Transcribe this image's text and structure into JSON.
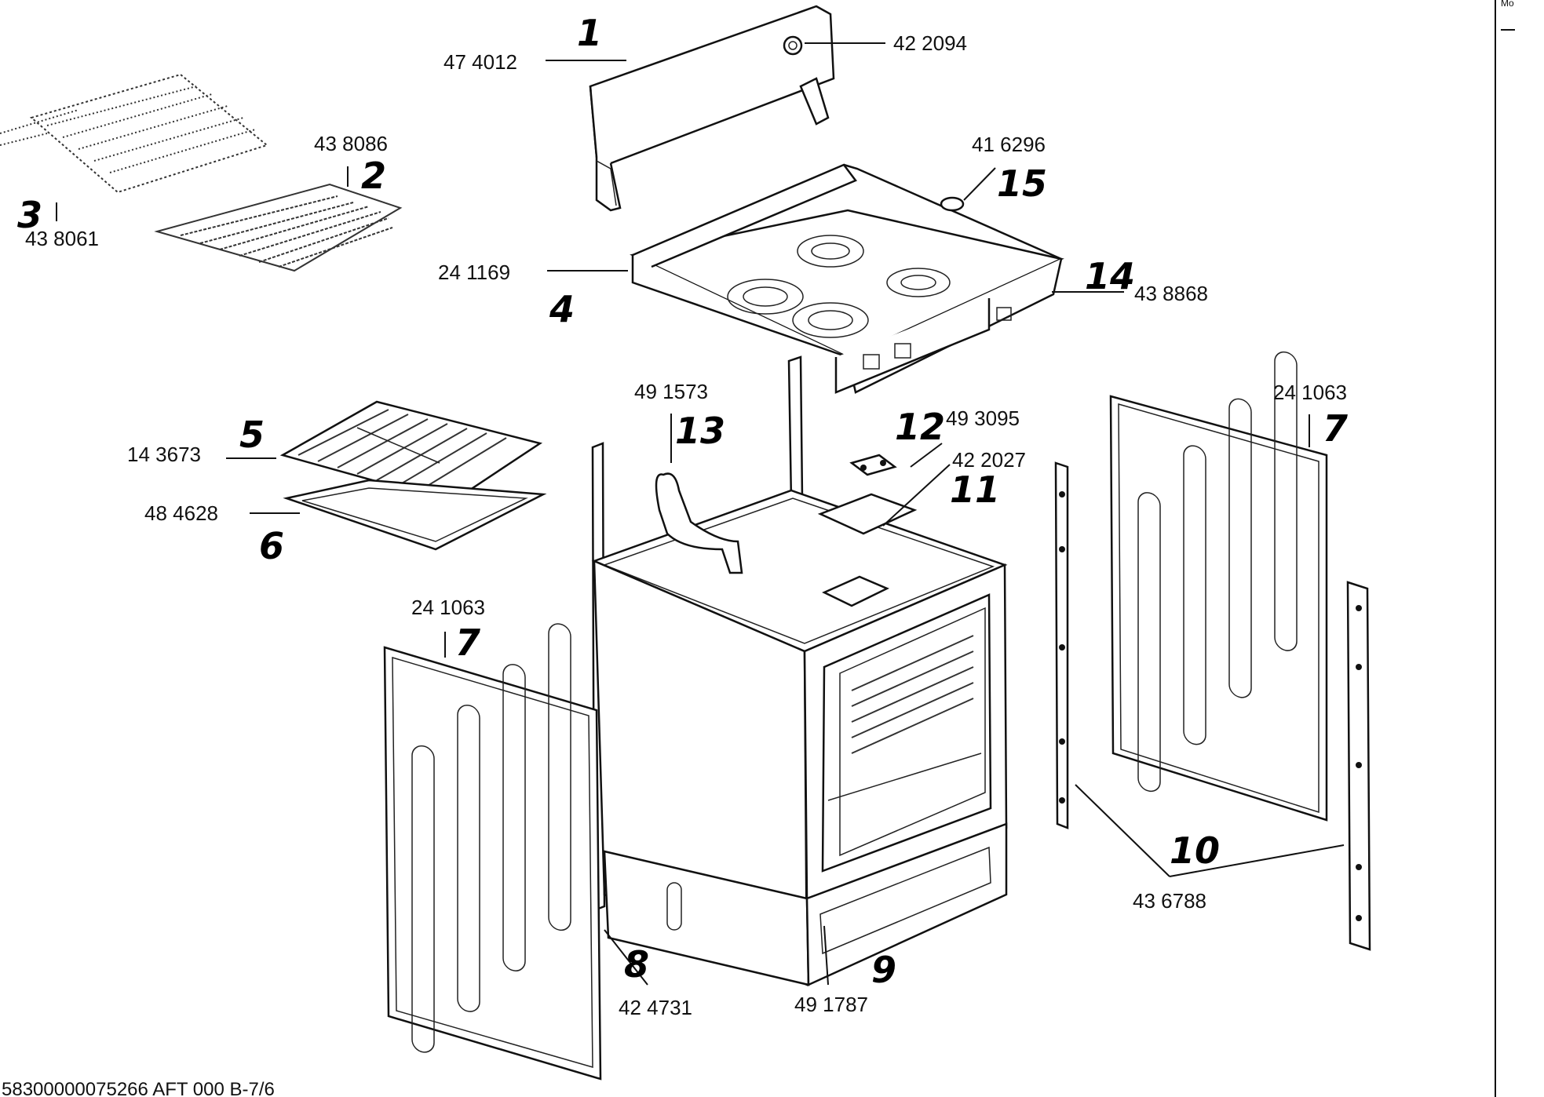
{
  "parts": [
    {
      "id": "p1",
      "ref": "1",
      "pn": "47 4012"
    },
    {
      "id": "p1k",
      "ref": "",
      "pn": "42 2094"
    },
    {
      "id": "p2",
      "ref": "2",
      "pn": "43 8086"
    },
    {
      "id": "p3",
      "ref": "3",
      "pn": "43 8061"
    },
    {
      "id": "p4",
      "ref": "4",
      "pn": "24 1169"
    },
    {
      "id": "p5",
      "ref": "5",
      "pn": "14 3673"
    },
    {
      "id": "p6",
      "ref": "6",
      "pn": "48 4628"
    },
    {
      "id": "p7a",
      "ref": "7",
      "pn": "24 1063"
    },
    {
      "id": "p7b",
      "ref": "7",
      "pn": "24 1063"
    },
    {
      "id": "p8",
      "ref": "8",
      "pn": "42 4731"
    },
    {
      "id": "p9",
      "ref": "9",
      "pn": "49 1787"
    },
    {
      "id": "p10",
      "ref": "10",
      "pn": "43 6788"
    },
    {
      "id": "p11",
      "ref": "11",
      "pn": "42 2027"
    },
    {
      "id": "p12",
      "ref": "12",
      "pn": "49 3095"
    },
    {
      "id": "p13",
      "ref": "13",
      "pn": "49 1573"
    },
    {
      "id": "p14",
      "ref": "14",
      "pn": "43 8868"
    },
    {
      "id": "p15",
      "ref": "15",
      "pn": "41 6296"
    }
  ],
  "footer_text": "58300000075266 AFT 000 B-7/6",
  "corner_text": "Mo"
}
